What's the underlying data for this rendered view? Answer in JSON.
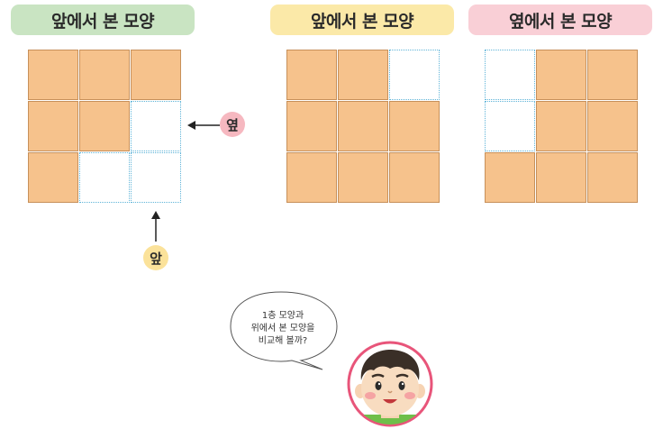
{
  "views": [
    {
      "title": "앞에서 본 모양",
      "color": "#c9e4c2",
      "cells": [
        [
          1,
          1,
          1
        ],
        [
          1,
          1,
          0
        ],
        [
          1,
          0,
          0
        ]
      ]
    },
    {
      "title": "앞에서 본 모양",
      "color": "#fbe9a8",
      "cells": [
        [
          1,
          1,
          0
        ],
        [
          1,
          1,
          1
        ],
        [
          1,
          1,
          1
        ]
      ]
    },
    {
      "title": "옆에서 본 모양",
      "color": "#f9cfd6",
      "cells": [
        [
          0,
          1,
          1
        ],
        [
          0,
          1,
          1
        ],
        [
          1,
          1,
          1
        ]
      ]
    }
  ],
  "side_label": {
    "text": "옆",
    "color": "#f6b8c0"
  },
  "front_label": {
    "text": "앞",
    "color": "#fbe29a"
  },
  "speech": [
    "1층 모양과",
    "위에서 본 모양을",
    "비교해 볼까?"
  ]
}
